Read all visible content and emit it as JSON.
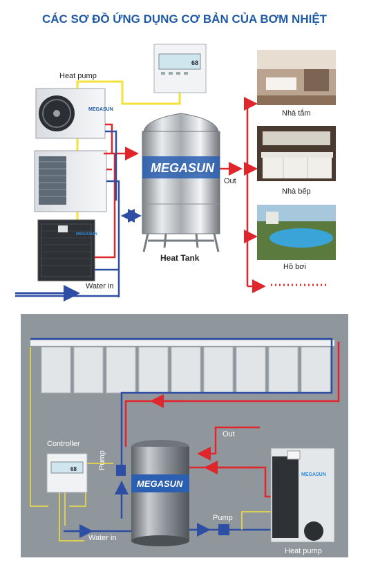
{
  "title": "CÁC SƠ ĐỒ ỨNG DỤNG CƠ BẢN CỦA BƠM NHIỆT",
  "colors": {
    "title": "#1f5aa6",
    "hot_pipe": "#e0262d",
    "cold_pipe": "#2e4ea3",
    "signal_wire": "#f4e23a",
    "panel_bg": "#8f969c"
  },
  "top": {
    "heat_pump_label": "Heat pump",
    "water_in_label": "Water in",
    "out_label": "Out",
    "tank_label": "Heat Tank",
    "tank_brand": "MEGASUN",
    "unit_brand": "MEGASUN",
    "controller_display": "68",
    "destinations": [
      {
        "label": "Nhà tắm"
      },
      {
        "label": "Nhà bếp"
      },
      {
        "label": "Hồ bơi"
      }
    ]
  },
  "bottom": {
    "controller_label": "Controller",
    "pump_vertical_label": "Pump",
    "pump_label": "Pump",
    "out_label": "Out",
    "water_in_label": "Water in",
    "heat_pump_label": "Heat pump",
    "tank_brand": "MEGASUN",
    "controller_display": "68"
  }
}
